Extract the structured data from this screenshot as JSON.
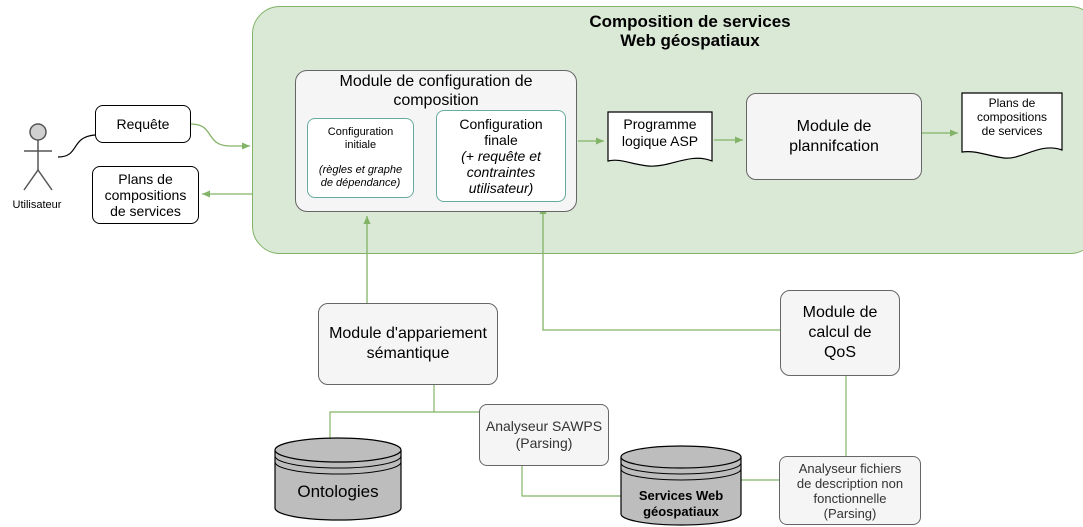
{
  "panel": {
    "title_line1": "Composition de services",
    "title_line2": "Web géospatiaux"
  },
  "user": {
    "label": "Utilisateur"
  },
  "requete": {
    "label": "Requête"
  },
  "plans_output": {
    "line1": "Plans de",
    "line2": "compositions",
    "line3": "de services"
  },
  "config_module": {
    "title_line1": "Module de configuration de",
    "title_line2": "composition",
    "initial": {
      "line1": "Configuration",
      "line2": "initiale",
      "line3": "(règles et graphe",
      "line4": "de dépendance)"
    },
    "final": {
      "line1": "Configuration",
      "line2": "finale",
      "line3": "(+ requête et",
      "line4": "contraintes",
      "line5": "utilisateur)"
    }
  },
  "asp_doc": {
    "line1": "Programme",
    "line2": "logique ASP"
  },
  "planning_module": {
    "line1": "Module de",
    "line2": "plannifcation"
  },
  "plans_doc": {
    "line1": "Plans de",
    "line2": "compositions",
    "line3": "de services"
  },
  "semantic_module": {
    "line1": "Module d'appariement",
    "line2": "sémantique"
  },
  "qos_module": {
    "line1": "Module de",
    "line2": "calcul de",
    "line3": "QoS"
  },
  "sawps": {
    "line1": "Analyseur SAWPS",
    "line2": "(Parsing)"
  },
  "nf_analyzer": {
    "line1": "Analyseur fichiers",
    "line2": "de description non",
    "line3": "fonctionnelle",
    "line4": "(Parsing)"
  },
  "ontologies": {
    "label": "Ontologies"
  },
  "geo_services": {
    "line1": "Services Web",
    "line2": "géospatiaux"
  },
  "colors": {
    "panel_fill": "#dae8d6",
    "panel_stroke": "#82b366",
    "arrow": "#82b366",
    "box_fill": "#f5f5f5",
    "config_border": "#67ab9f",
    "cylinder_fill": "#bdbdbd"
  }
}
